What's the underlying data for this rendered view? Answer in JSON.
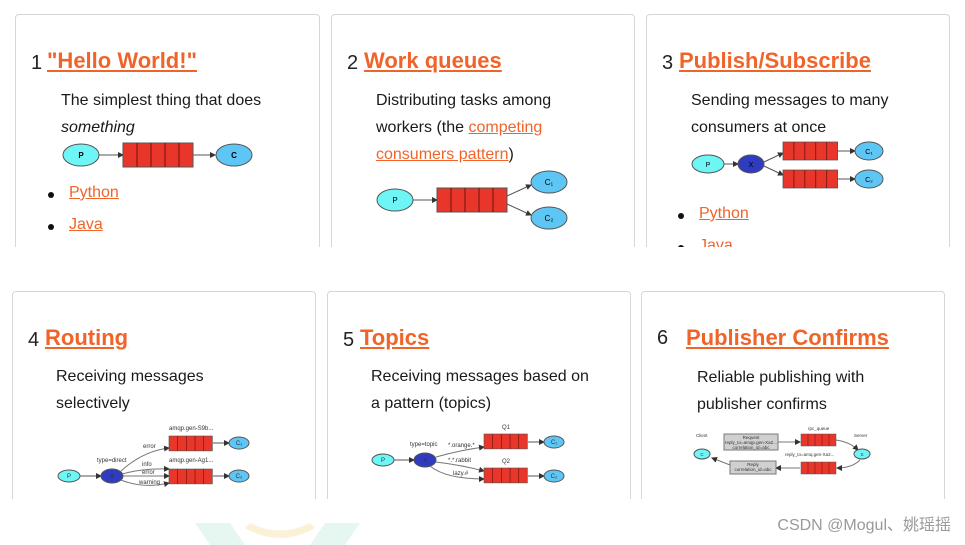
{
  "tutorials": [
    {
      "number": "1",
      "title": "\"Hello World!\"",
      "desc_line1": "The simplest thing that does",
      "desc_em": "something",
      "diagram": {
        "p": "P",
        "c": "C"
      },
      "links": [
        "Python",
        "Java"
      ]
    },
    {
      "number": "2",
      "title": "Work queues",
      "desc_pre": "Distributing tasks among workers (the ",
      "desc_link": "competing consumers pattern",
      "desc_post": ")",
      "diagram": {
        "p": "P",
        "c1": "C₁",
        "c2": "C₂"
      }
    },
    {
      "number": "3",
      "title": "Publish/Subscribe",
      "desc": "Sending messages to many consumers at once",
      "diagram": {
        "p": "P",
        "x": "X",
        "c1": "C₁",
        "c2": "C₂"
      },
      "links": [
        "Python",
        "Java"
      ]
    },
    {
      "number": "4",
      "title": "Routing",
      "desc": "Receiving messages selectively",
      "diagram": {
        "p": "P",
        "x": "X",
        "exchange_type": "type=direct",
        "q1": "amqp.gen-S9b...",
        "q2": "amqp.gen-Ag1...",
        "b1": "error",
        "b2": "info",
        "b3": "error",
        "b4": "warning",
        "c1": "C₁",
        "c2": "C₂"
      }
    },
    {
      "number": "5",
      "title": "Topics",
      "desc": "Receiving messages based on a pattern (topics)",
      "diagram": {
        "p": "P",
        "x": "X",
        "exchange_type": "type=topic",
        "q1": "Q1",
        "q2": "Q2",
        "b1": "*.orange.*",
        "b2": "*.*.rabbit",
        "b3": "lazy.#",
        "c1": "C₁",
        "c2": "C₂"
      }
    },
    {
      "number": "6",
      "title": "Publisher Confirms",
      "desc": "Reliable publishing with publisher confirms",
      "diagram": {
        "client": "Client",
        "server": "Server",
        "c": "C",
        "s": "S",
        "q1": "rpc_queue",
        "q2": "reply_to=amq.gen-Xa2...",
        "request": "Request",
        "request_l2": "reply_to=amqp.gen-Xa2...",
        "request_l3": "correlation_id=abc",
        "reply": "Reply",
        "reply_l2": "correlation_id=abc"
      }
    }
  ],
  "watermark": "CSDN @Mogul、姚瑶摇",
  "colors": {
    "accent": "#f0642a",
    "queue": "#e8362a",
    "producer": "#6ef5f5",
    "consumer": "#5ec6f5",
    "exchange": "#2f3bc0"
  }
}
